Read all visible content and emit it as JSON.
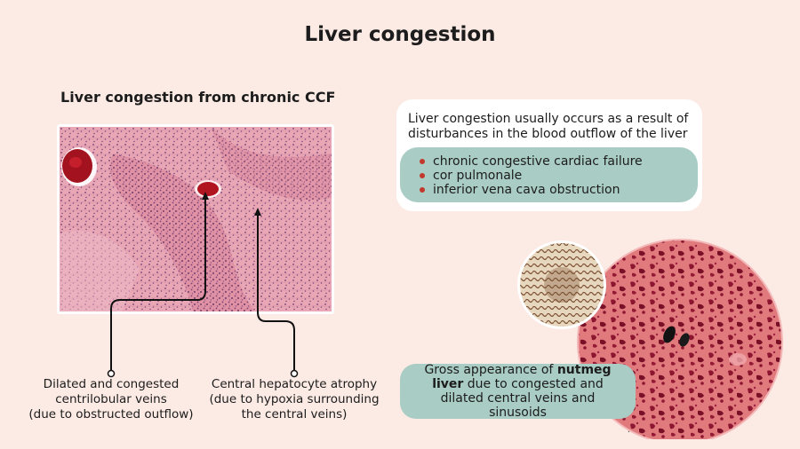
{
  "title": "Liver congestion",
  "subtitle": "Liver congestion from chronic CCF",
  "captions": {
    "left_line1": "Dilated and congested",
    "left_line2": "centrilobular veins",
    "left_line3": "(due to obstructed outflow)",
    "right_line1": "Central hepatocyte atrophy",
    "right_line2": "(due to hypoxia surrounding",
    "right_line3": "the central veins)"
  },
  "info": {
    "text": "Liver congestion usually occurs as a result of disturbances in the blood outflow of the liver",
    "bullets": [
      "chronic congestive cardiac failure",
      "cor pulmonale",
      "inferior vena cava obstruction"
    ]
  },
  "gross": {
    "text_before": "Gross appearance of ",
    "bold": "nutmeg liver",
    "text_after": " due to congested and dilated central veins and  sinusoids"
  },
  "colors": {
    "background": "#fceae4",
    "accent_box": "#a9ccc4",
    "bullet": "#c0392b"
  }
}
